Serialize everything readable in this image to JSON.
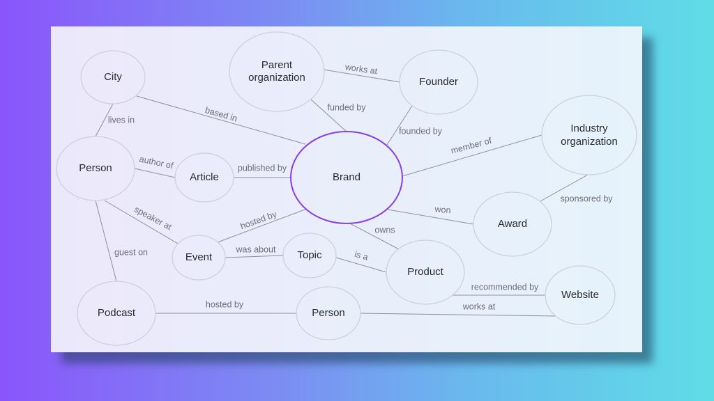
{
  "colors": {
    "brand_stroke": "#8b3fe0",
    "node_stroke": "#cfcfd8",
    "edge": "#8f8f98"
  },
  "nodes": {
    "city": "City",
    "parent_org_1": "Parent",
    "parent_org_2": "organization",
    "founder": "Founder",
    "industry_org_1": "Industry",
    "industry_org_2": "organization",
    "person": "Person",
    "article": "Article",
    "brand": "Brand",
    "award": "Award",
    "event": "Event",
    "topic": "Topic",
    "product": "Product",
    "website": "Website",
    "podcast": "Podcast",
    "person2": "Person"
  },
  "edges": {
    "city_brand": "based in",
    "city_person": "lives in",
    "parent_founder": "works at",
    "parent_brand": "funded by",
    "founder_brand": "founded by",
    "brand_industry": "member of",
    "person_article": "author of",
    "article_brand": "published by",
    "person_event": "speaker at",
    "event_brand": "hosted by",
    "person_podcast": "guest on",
    "event_topic": "was about",
    "topic_product": "is a",
    "brand_product": "owns",
    "brand_award": "won",
    "industry_award": "sponsored by",
    "product_website": "recommended by",
    "podcast_person2": "hosted by",
    "person2_website": "works at"
  }
}
